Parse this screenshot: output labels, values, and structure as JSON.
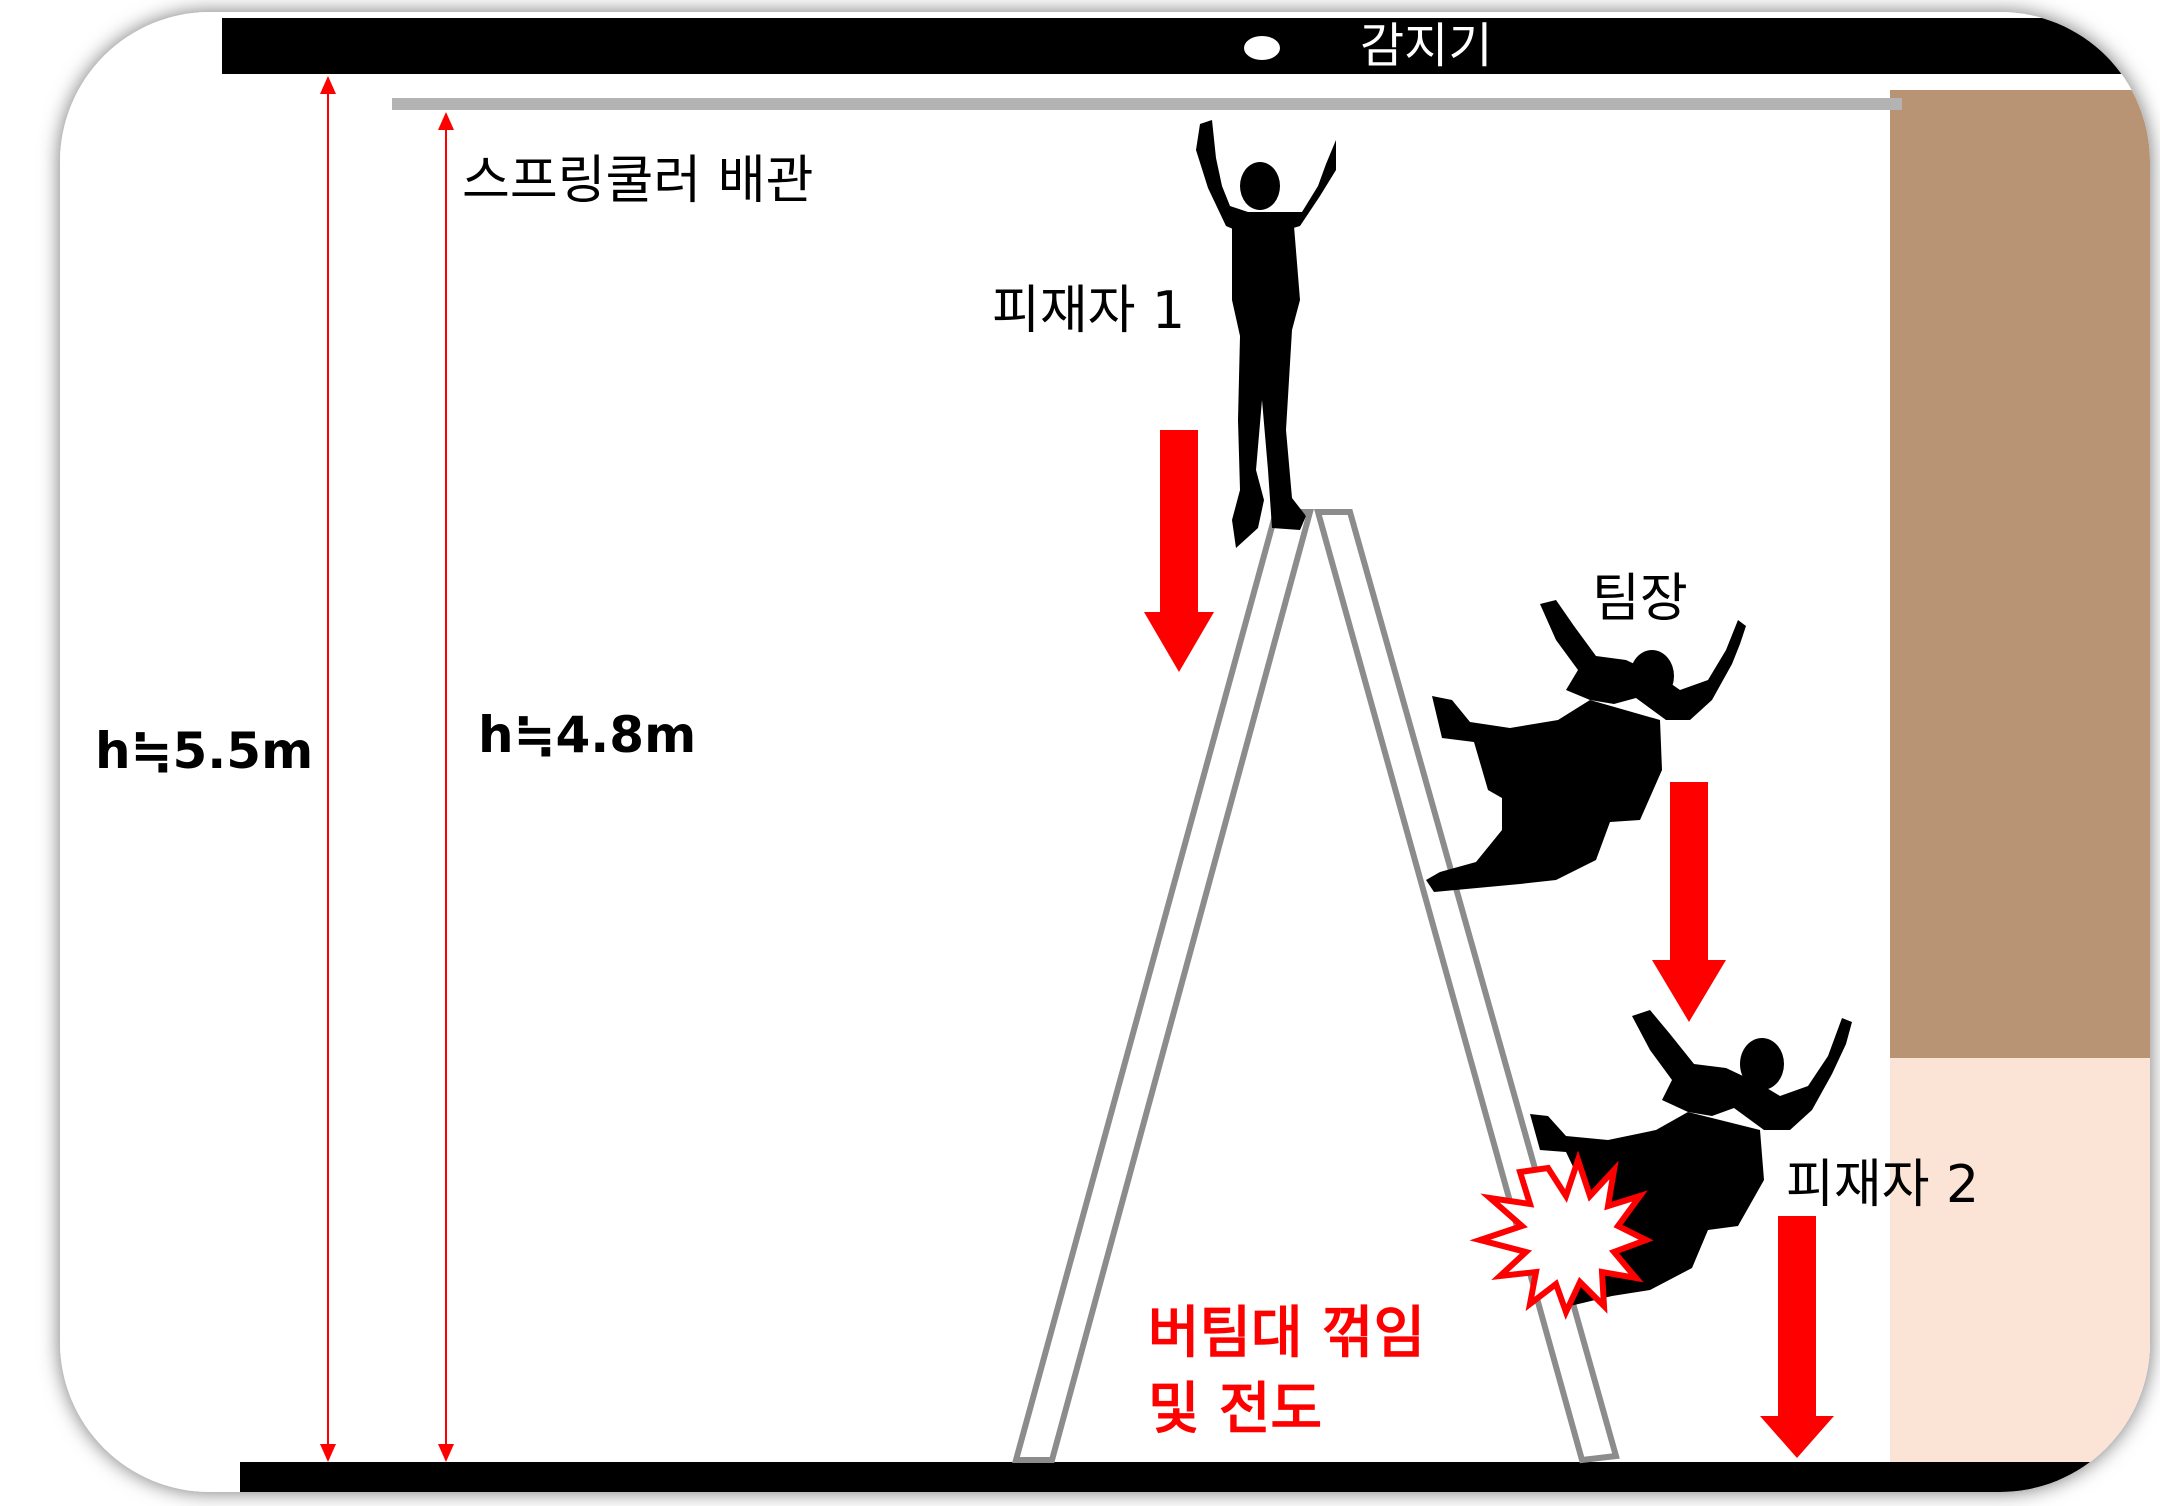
{
  "labels": {
    "detector": "감지기",
    "sprinkler_pipe": "스프링쿨러 배관",
    "victim1": "피재자 1",
    "team_leader": "팀장",
    "victim2": "피재자 2",
    "height_total": "h≒5.5m",
    "height_pipe": "h≒4.8m",
    "warning_line1": "버팀대 꺾임",
    "warning_line2": "및 전도"
  },
  "colors": {
    "ceiling": "#000000",
    "floor": "#000000",
    "pipe": "#b3b3b3",
    "ladder_stroke": "#8c8c8c",
    "arrow": "#ff0000",
    "dimension_line": "#ff0000",
    "wall_upper": "#b89474",
    "wall_lower": "#fbe4d5",
    "silhouette": "#000000",
    "warning_text": "#ff0000"
  },
  "icons": {
    "detector": "detector-dot-icon",
    "fall_arrow": "down-arrow-icon",
    "impact": "impact-burst-icon",
    "person": "person-silhouette-icon"
  }
}
